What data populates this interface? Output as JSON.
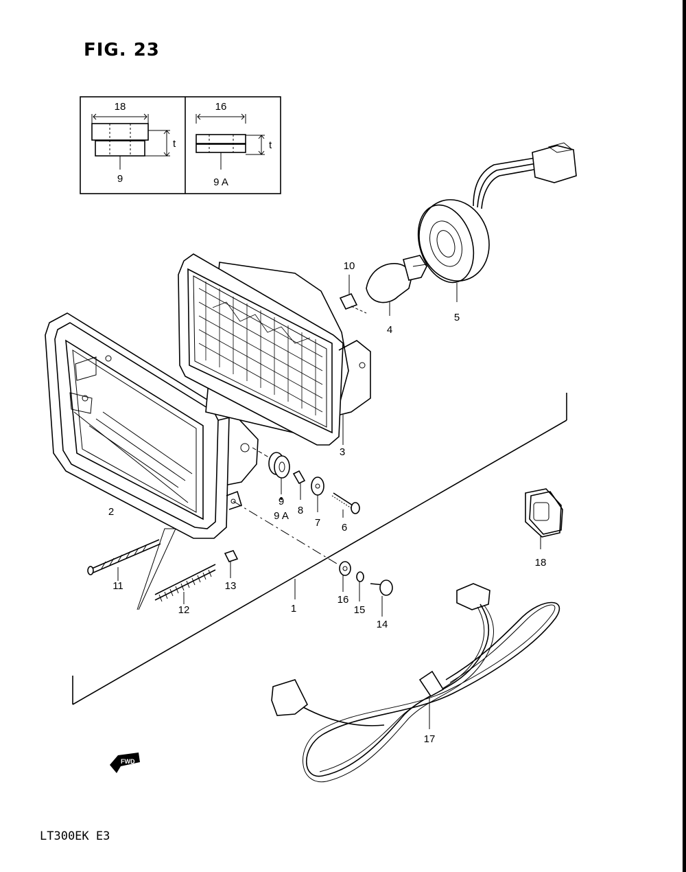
{
  "figure": {
    "title": "FIG. 23",
    "model_code": "LT300EK  E3"
  },
  "inset": {
    "left_dim": "18",
    "left_t": "t",
    "left_part": "9",
    "right_dim": "16",
    "right_t": "t",
    "right_part": "9 A"
  },
  "parts": {
    "p1": "1",
    "p2": "2",
    "p3": "3",
    "p4": "4",
    "p5": "5",
    "p6": "6",
    "p7": "7",
    "p8": "8",
    "p9": "9",
    "p9a": "9 A",
    "p10": "10",
    "p11": "11",
    "p12": "12",
    "p13": "13",
    "p14": "14",
    "p15": "15",
    "p16": "16",
    "p17": "17",
    "p18": "18"
  },
  "fwd_label": "FWD"
}
